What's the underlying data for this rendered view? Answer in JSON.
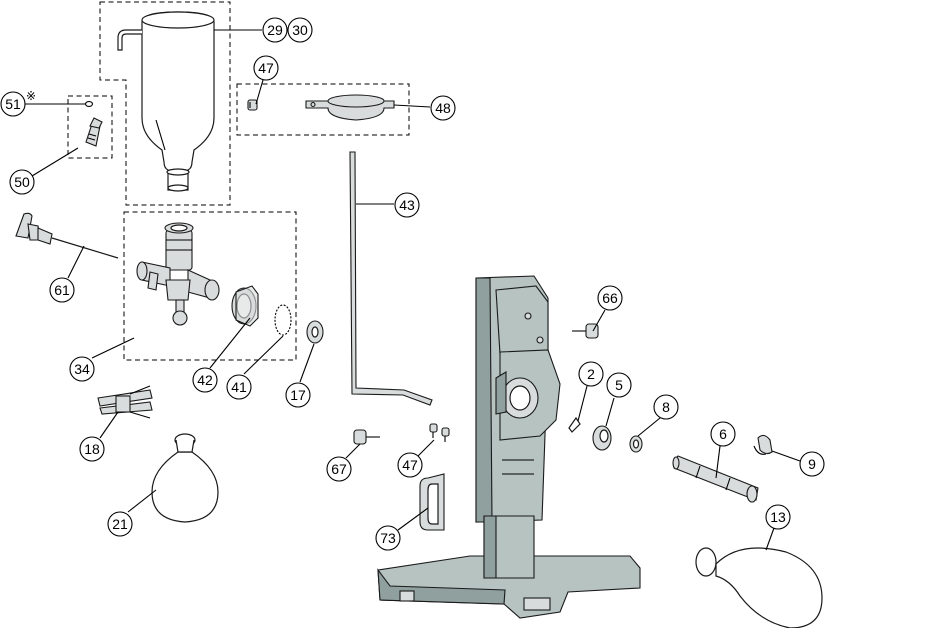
{
  "callouts": {
    "c29": "29",
    "c30": "30",
    "c47a": "47",
    "c48": "48",
    "c51": "51",
    "c51_mark": "※",
    "c50": "50",
    "c61": "61",
    "c43": "43",
    "c34": "34",
    "c42": "42",
    "c41": "41",
    "c17": "17",
    "c18": "18",
    "c21": "21",
    "c66": "66",
    "c2": "2",
    "c5": "5",
    "c8": "8",
    "c6": "6",
    "c9": "9",
    "c13": "13",
    "c67": "67",
    "c47b": "47",
    "c73": "73"
  }
}
